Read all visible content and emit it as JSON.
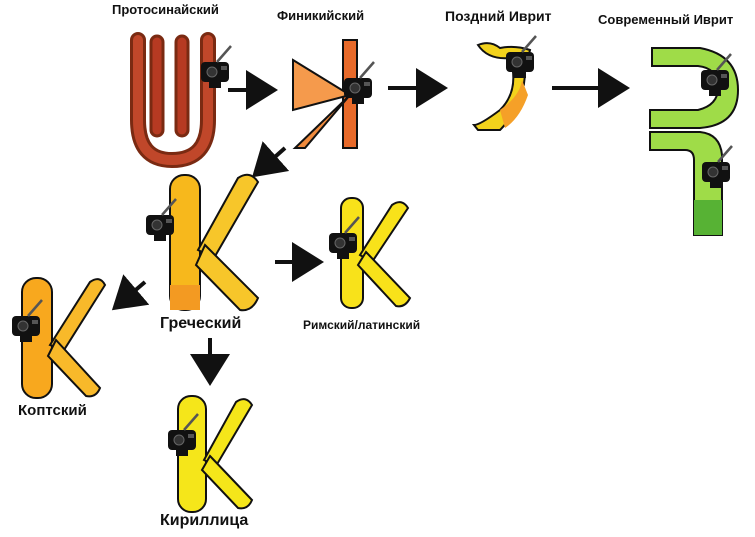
{
  "labels": {
    "protosinaitic": "Протосинайский",
    "phoenician": "Финикийский",
    "late_hebrew": "Поздний Иврит",
    "modern_hebrew": "Современный Иврит",
    "greek": "Греческий",
    "roman_latin": "Римский/латинский",
    "coptic": "Коптский",
    "cyrillic": "Кириллица"
  },
  "colors": {
    "protosinaitic": "#c0472a",
    "phoenician": "#f08a3c",
    "late_hebrew": "#f2d21c",
    "modern_hebrew": "#9fdc48",
    "greek": "#f7b81c",
    "roman_latin": "#f8e21a",
    "coptic": "#f8a81e",
    "cyrillic": "#f5e61a",
    "camera": "#111111",
    "arrow": "#111111"
  },
  "icons": [
    "camera-icon",
    "arrow-icon"
  ]
}
